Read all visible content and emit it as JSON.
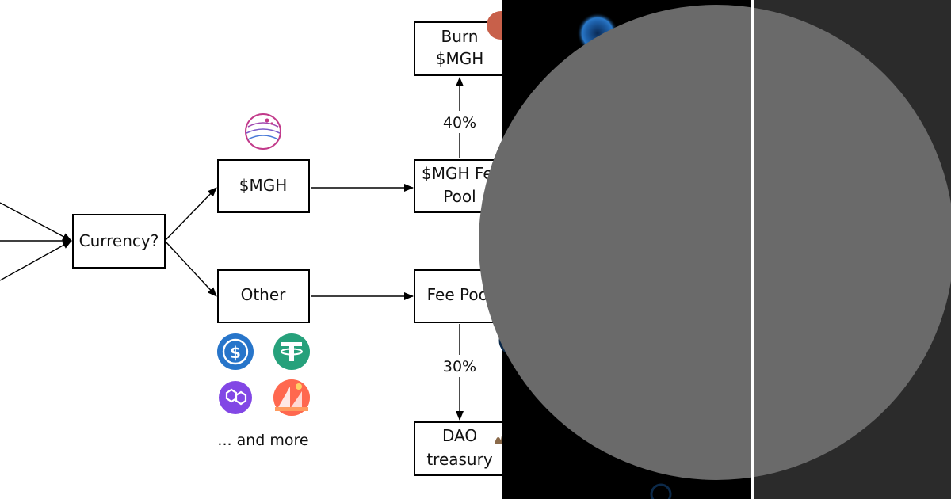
{
  "diagram": {
    "nodes": {
      "currency": "Currency?",
      "mgh": "$MGH",
      "other": "Other",
      "mgh_fee_pool": [
        "$MGH Fee",
        "Pool"
      ],
      "fee_pool": "Fee Pool",
      "burn": [
        "Burn",
        "$MGH"
      ],
      "dao": [
        "DAO",
        "treasury"
      ]
    },
    "edge_labels": {
      "to_burn": "40%",
      "to_dao": "30%"
    },
    "more_text": "... and more",
    "token_icons": [
      "mgh-logo-icon",
      "usdc-icon",
      "tether-icon",
      "polygon-icon",
      "decentraland-icon"
    ]
  },
  "colors": {
    "usdc": "#2775ca",
    "tether": "#26a17b",
    "polygon": "#8247e5",
    "decentraland": "#ff5a5f",
    "space_bg": "#000000",
    "dark_panel": "#2b2b2b",
    "gray_circle": "#6a6a6a"
  }
}
